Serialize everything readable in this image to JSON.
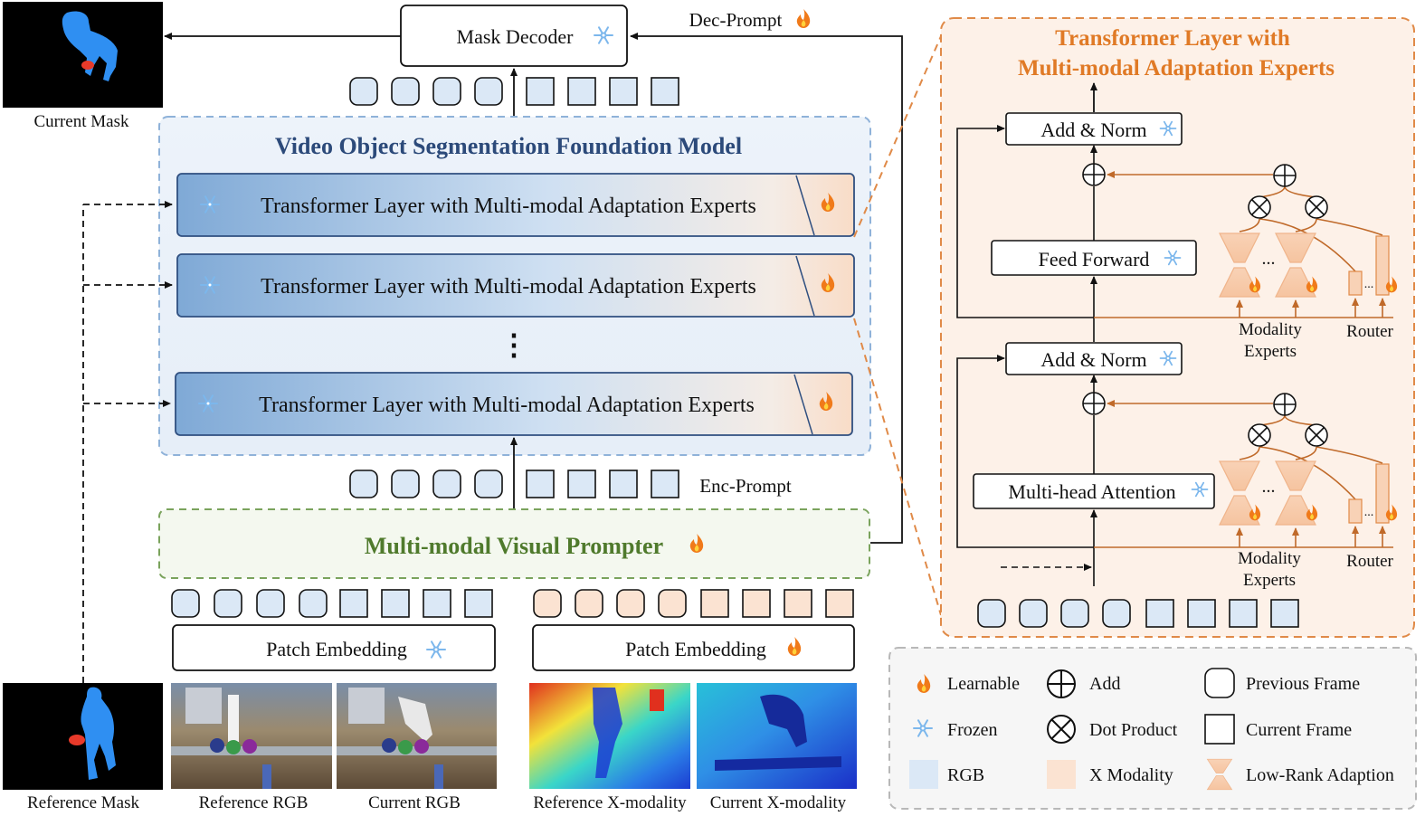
{
  "colors": {
    "rgb_token": "#dbe8f6",
    "x_token": "#fbe3d2",
    "learnable": "#f07a1a",
    "frozen": "#7cb7ec",
    "vos_border": "#8fb2d9",
    "vos_title": "#2c4a7a",
    "prompter_border": "#7aa35c",
    "prompter_title": "#4f7a2c",
    "expert_border": "#e08a48",
    "expert_title": "#e07a26",
    "router_arrow": "#c06a2a",
    "mask_person": "#2f8ff2",
    "mask_ball": "#e83a2a"
  },
  "icons": {
    "learnable": "fire-icon",
    "frozen": "snowflake-icon"
  },
  "mask_decoder": {
    "label": "Mask Decoder",
    "dec_prompt": "Dec-Prompt"
  },
  "images": {
    "current_mask": "Current Mask",
    "reference_mask": "Reference Mask",
    "reference_rgb": "Reference RGB",
    "current_rgb": "Current RGB",
    "reference_x": "Reference X-modality",
    "current_x": "Current X-modality"
  },
  "vos": {
    "title": "Video Object Segmentation Foundation Model",
    "layer_label": "Transformer Layer with Multi-modal Adaptation Experts",
    "ellipsis": "⋮"
  },
  "enc_prompt": "Enc-Prompt",
  "prompter": {
    "title": "Multi-modal Visual Prompter"
  },
  "patch_embedding": {
    "label": "Patch Embedding"
  },
  "expert_panel": {
    "title_line1": "Transformer Layer with",
    "title_line2": "Multi-modal Adaptation Experts",
    "add_norm": "Add & Norm",
    "feed_forward": "Feed Forward",
    "mha": "Multi-head Attention",
    "modality_line1": "Modality",
    "modality_line2": "Experts",
    "router": "Router",
    "dots": "..."
  },
  "legend": {
    "learnable": "Learnable",
    "add": "Add",
    "previous_frame": "Previous Frame",
    "frozen": "Frozen",
    "dot_product": "Dot Product",
    "current_frame": "Current Frame",
    "rgb": "RGB",
    "x_modality": "X Modality",
    "lowrank": "Low-Rank Adaption"
  }
}
